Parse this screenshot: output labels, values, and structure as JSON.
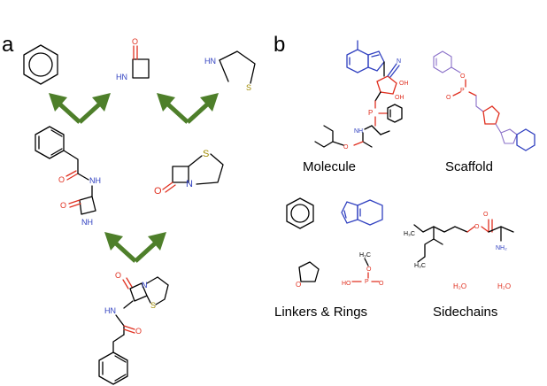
{
  "panels": {
    "a": {
      "label": "a"
    },
    "b": {
      "label": "b"
    }
  },
  "captions": {
    "molecule": "Molecule",
    "scaffold": "Scaffold",
    "linkers_rings": "Linkers & Rings",
    "sidechains": "Sidechains"
  },
  "atoms": {
    "O": "O",
    "N": "N",
    "NH": "NH",
    "HN": "HN",
    "S": "S",
    "HO": "HO",
    "OH": "OH",
    "NH2": "NH₂",
    "H2O": "H₂O",
    "PO": "P",
    "CH3": "H₃C",
    "CH3b": "H₃C",
    "HO_short": "HO",
    "N_pyr": "N"
  },
  "colors": {
    "arrow": "#4e7f2a",
    "oxygen": "#e03020",
    "nitrogen": "#3040c0",
    "sulfur": "#a08a00",
    "scaffold_mol": "#8a70c8"
  }
}
